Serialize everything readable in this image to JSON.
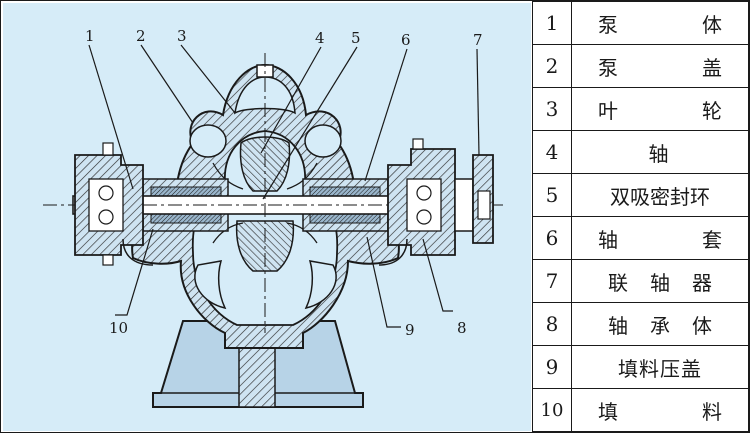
{
  "diagram": {
    "callouts": [
      "1",
      "2",
      "3",
      "4",
      "5",
      "6",
      "7",
      "8",
      "9",
      "10"
    ]
  },
  "parts_table": {
    "rows": [
      {
        "number": "1",
        "name": "泵    体"
      },
      {
        "number": "2",
        "name": "泵    盖"
      },
      {
        "number": "3",
        "name": "叶    轮"
      },
      {
        "number": "4",
        "name": "轴"
      },
      {
        "number": "5",
        "name": "双吸密封环"
      },
      {
        "number": "6",
        "name": "轴    套"
      },
      {
        "number": "7",
        "name": "联轴器"
      },
      {
        "number": "8",
        "name": "轴承体"
      },
      {
        "number": "9",
        "name": "填料压盖"
      },
      {
        "number": "10",
        "name": "填    料"
      }
    ]
  },
  "colors": {
    "background": "#d6ecf8",
    "metal_hatch": "#3a3a3a",
    "line": "#1a1a1a",
    "metal_fill": "#a8c8e0",
    "white": "#ffffff"
  }
}
